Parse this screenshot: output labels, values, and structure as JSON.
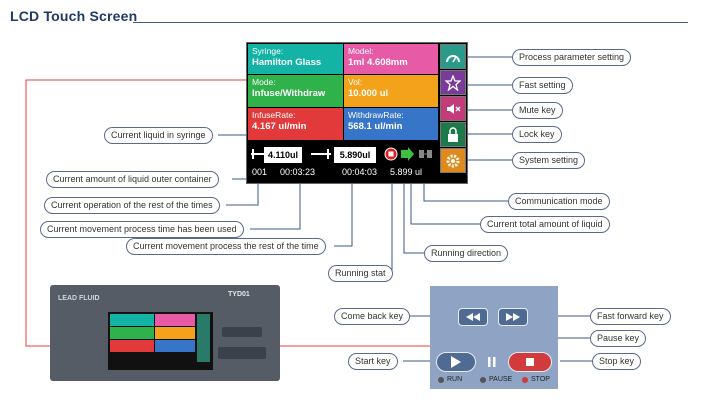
{
  "title": "LCD Touch Screen",
  "lcd": {
    "syringe_label": "Syringe:",
    "syringe_value": "Hamilton Glass",
    "model_label": "Model:",
    "model_value": "1ml 4.608mm",
    "mode_label": "Mode:",
    "mode_value": "Infuse/Withdraw",
    "vol_label": "Vol:",
    "vol_value": "10.000  ul",
    "infuse_label": "InfuseRate:",
    "infuse_value": "4.167  ul/min",
    "withdraw_label": "WithdrawRate:",
    "withdraw_value": "568.1  ul/min",
    "current_amount": "4.110ul",
    "total_amount": "5.890ul",
    "bottom_op": "001",
    "bottom_rest": "00:03:23",
    "bottom_used": "00:04:03",
    "bottom_total": "5.899  ul"
  },
  "labels": {
    "process_param": "Process parameter setting",
    "fast_setting": "Fast setting",
    "mute_key": "Mute key",
    "lock_key": "Lock key",
    "system_setting": "System setting",
    "current_liquid": "Current liquid in syringe",
    "outer_container": "Current amount of liquid outer container",
    "op_rest": "Current operation of the rest of the times",
    "process_used": "Current movement process time has been used",
    "process_rest": "Current movement process the rest of the time",
    "running_stat": "Running stat",
    "running_dir": "Running direction",
    "comm_mode": "Communication mode",
    "total_liquid": "Current total amount of liquid",
    "come_back": "Come back key",
    "fast_forward": "Fast forward key",
    "pause_key": "Pause key",
    "start_key": "Start key",
    "stop_key": "Stop key"
  },
  "keypad": {
    "run": "RUN",
    "pause": "PAUSE",
    "stop": "STOP"
  },
  "device": {
    "brand": "LEAD FLUID",
    "model": "TYD01"
  },
  "colors": {
    "accent_line": "#e04040",
    "label_border": "#5a6a88"
  }
}
